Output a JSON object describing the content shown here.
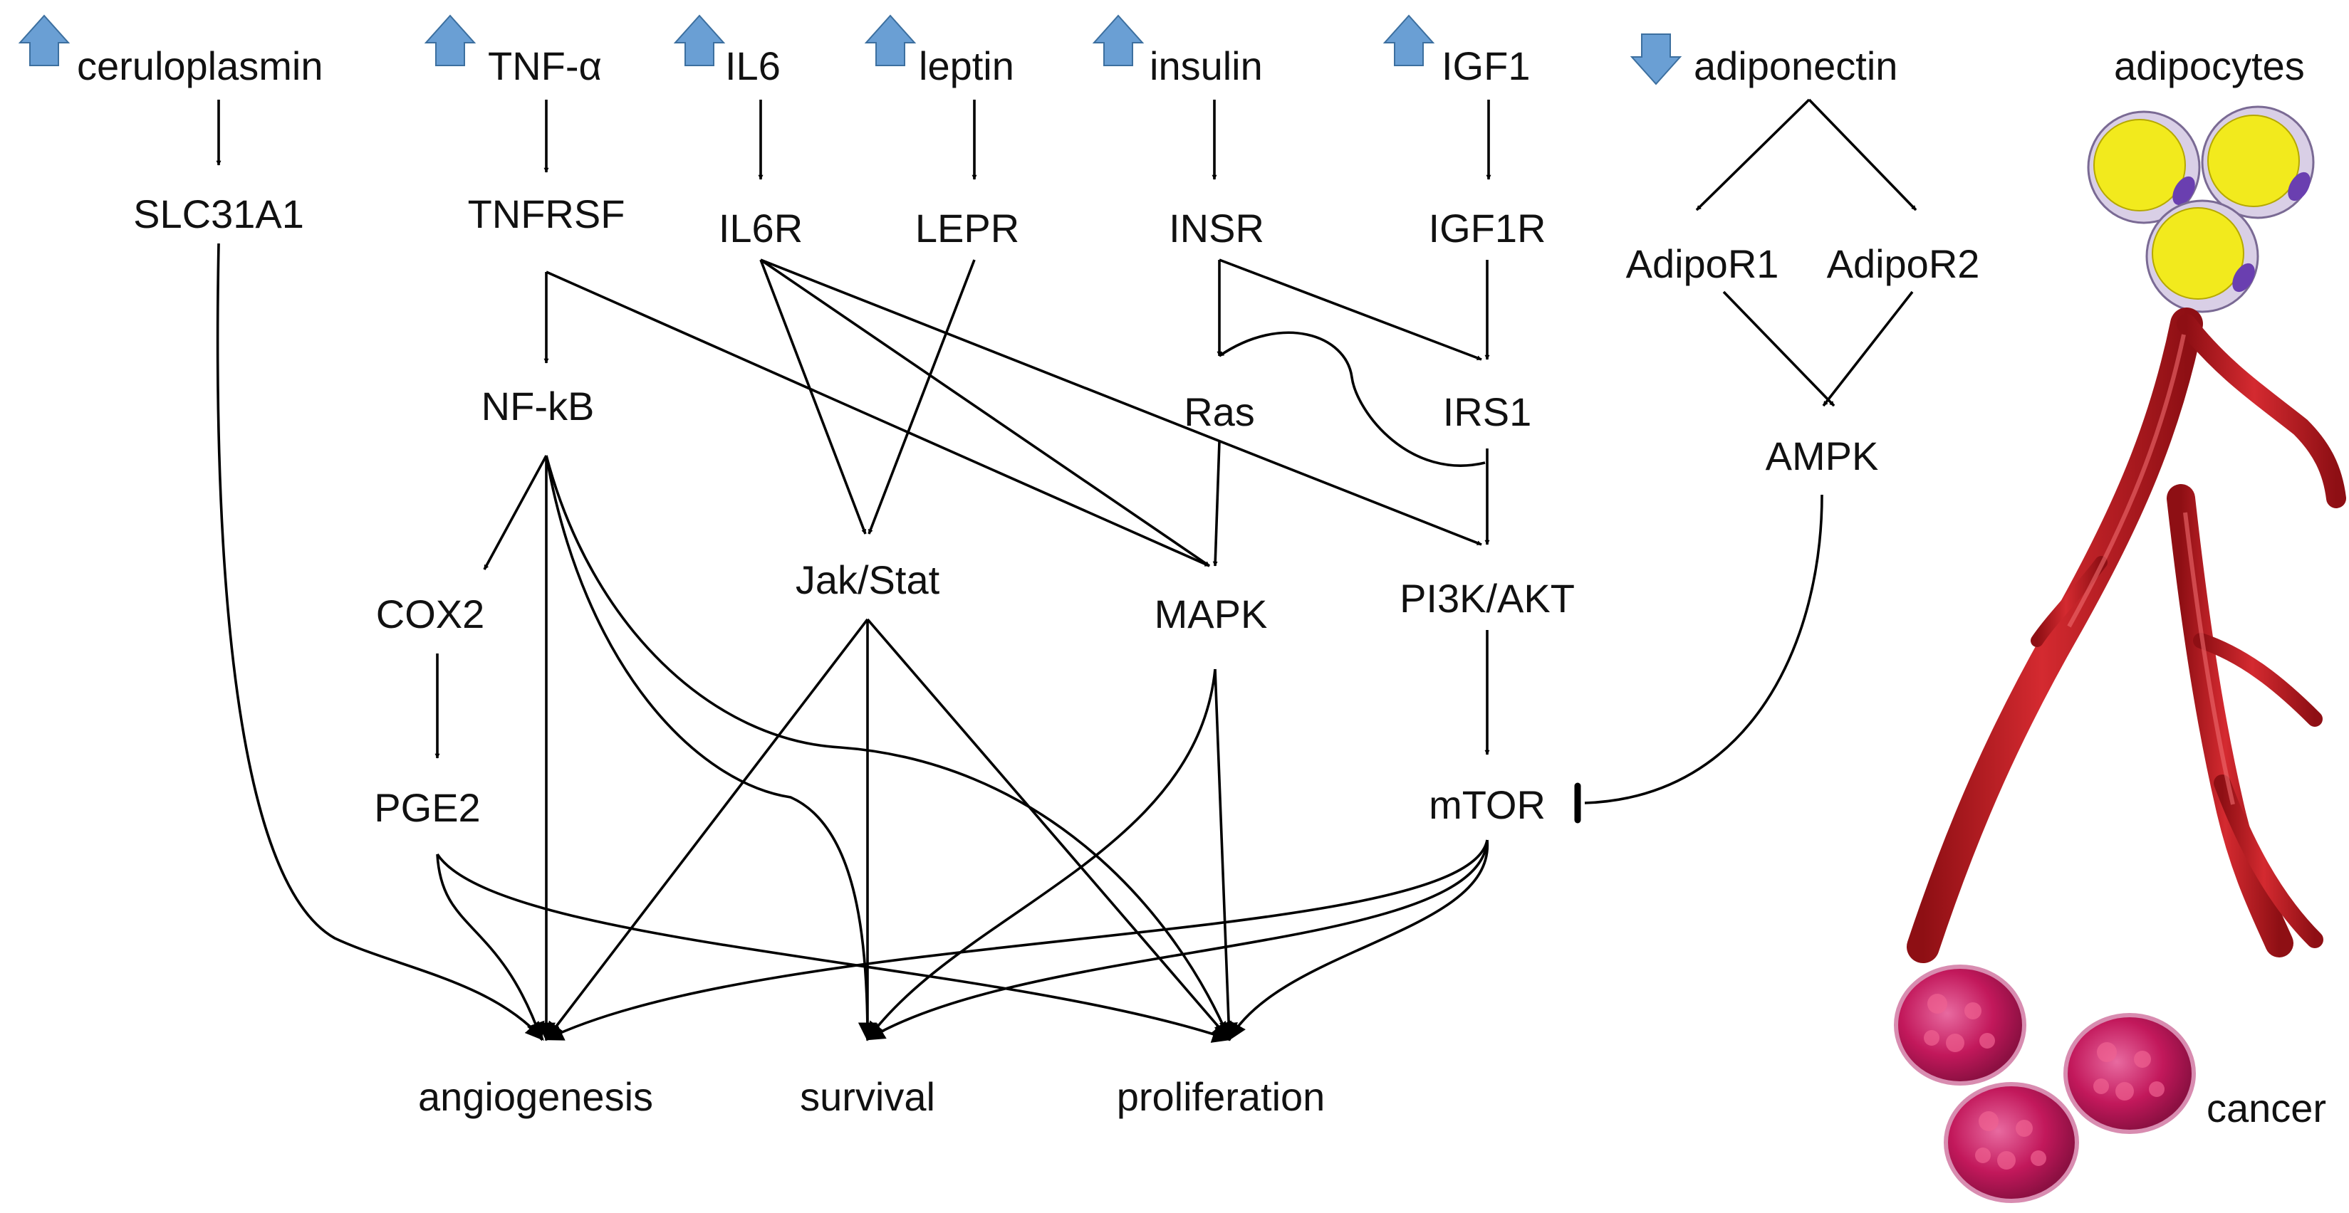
{
  "regulators": [
    {
      "id": "ceruloplasmin",
      "label": "ceruloplasmin",
      "direction": "up"
    },
    {
      "id": "tnf",
      "label": "TNF-α",
      "direction": "up"
    },
    {
      "id": "il6",
      "label": "IL6",
      "direction": "up"
    },
    {
      "id": "leptin",
      "label": "leptin",
      "direction": "up"
    },
    {
      "id": "insulin",
      "label": "insulin",
      "direction": "up"
    },
    {
      "id": "igf1",
      "label": "IGF1",
      "direction": "up"
    },
    {
      "id": "adiponectin",
      "label": "adiponectin",
      "direction": "down"
    }
  ],
  "receptors": {
    "slc31a1": "SLC31A1",
    "tnfrsf": "TNFRSF",
    "il6r": "IL6R",
    "lepr": "LEPR",
    "insr": "INSR",
    "igf1r": "IGF1R",
    "adipor1": "AdipoR1",
    "adipor2": "AdipoR2"
  },
  "signaling": {
    "nfkb": "NF-kB",
    "ras": "Ras",
    "irs1": "IRS1",
    "ampk": "AMPK",
    "cox2": "COX2",
    "jakstat": "Jak/Stat",
    "mapk": "MAPK",
    "pi3k": "PI3K/AKT",
    "pge2": "PGE2",
    "mtor": "mTOR"
  },
  "outcomes": {
    "angiogenesis": "angiogenesis",
    "survival": "survival",
    "proliferation": "proliferation"
  },
  "illustrations": {
    "adipocytes": "adipocytes",
    "cancer": "cancer"
  },
  "colors": {
    "arrow_up_down": "#6a9fd4",
    "adipocyte_fill": "#f2ea1d",
    "adipocyte_membrane": "#d9cfe6",
    "nucleus": "#6a3fb0",
    "vessel": "#c4161c",
    "vessel_highlight": "#e2454a",
    "cancer_cell": "#c2185b",
    "cancer_highlight": "#f06292"
  }
}
